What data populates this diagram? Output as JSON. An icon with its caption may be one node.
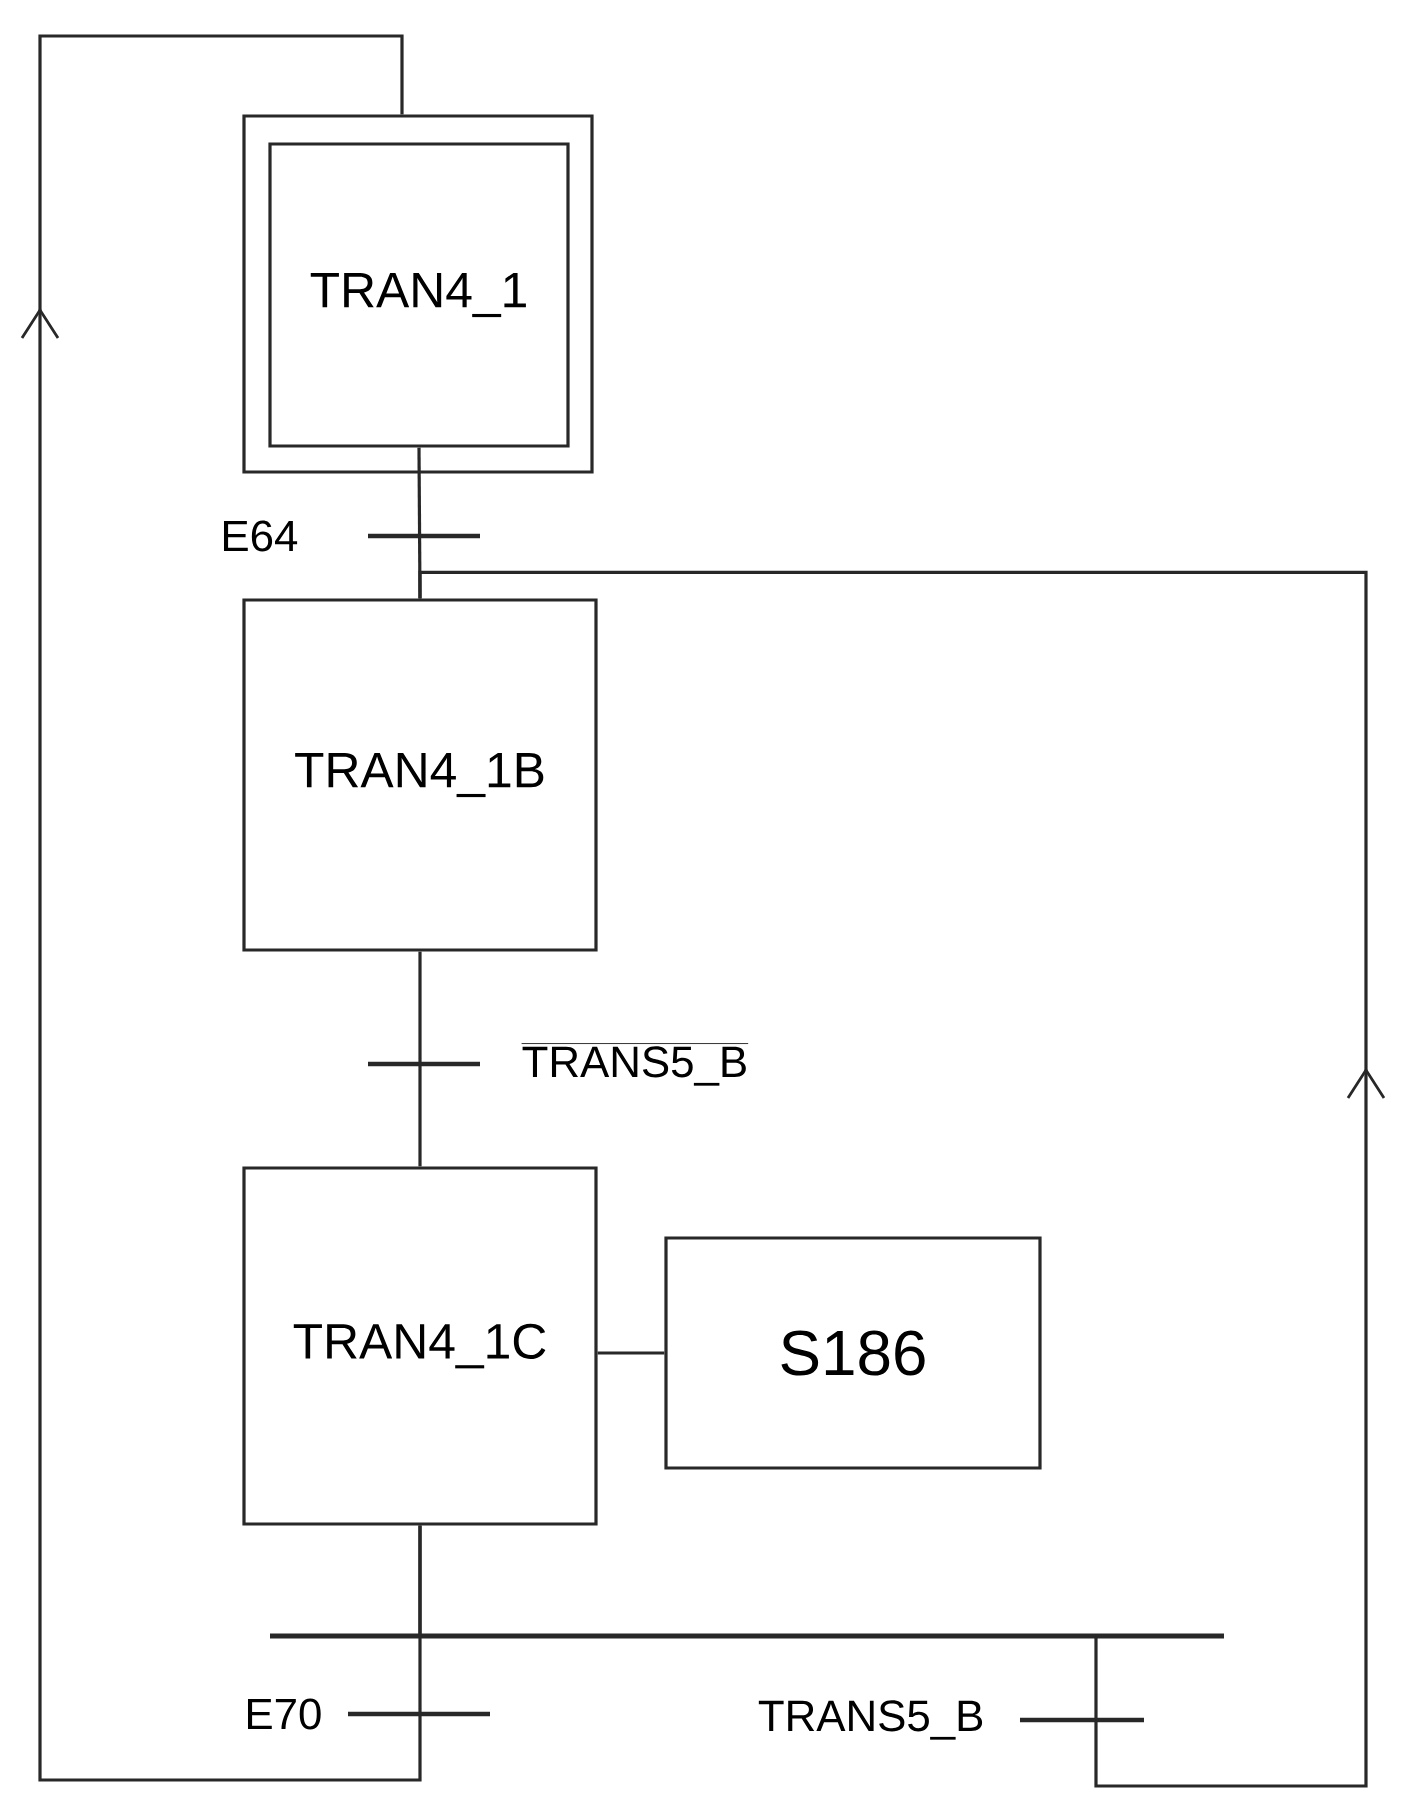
{
  "diagram": {
    "nodes": [
      {
        "text": [
          "TRAN4_1"
        ]
      },
      {
        "text": [
          "TRAN4_1B"
        ]
      },
      {
        "text": [
          "TRAN4_1C"
        ]
      },
      {
        "text": [
          "S186"
        ]
      }
    ],
    "edges": [
      {
        "from": 0,
        "to": 1,
        "arrow": "none",
        "label": "E64"
      },
      {
        "from": 1,
        "to": 2,
        "arrow": "none",
        "label": "TRANS5_B"
      },
      {
        "from": 2,
        "to": 3,
        "arrow": "none"
      },
      {
        "from": 2,
        "to": 0,
        "arrow": "to",
        "label": "E70"
      },
      {
        "from": 2,
        "to": 1,
        "arrow": "to",
        "label": "TRANS5_B"
      }
    ]
  }
}
